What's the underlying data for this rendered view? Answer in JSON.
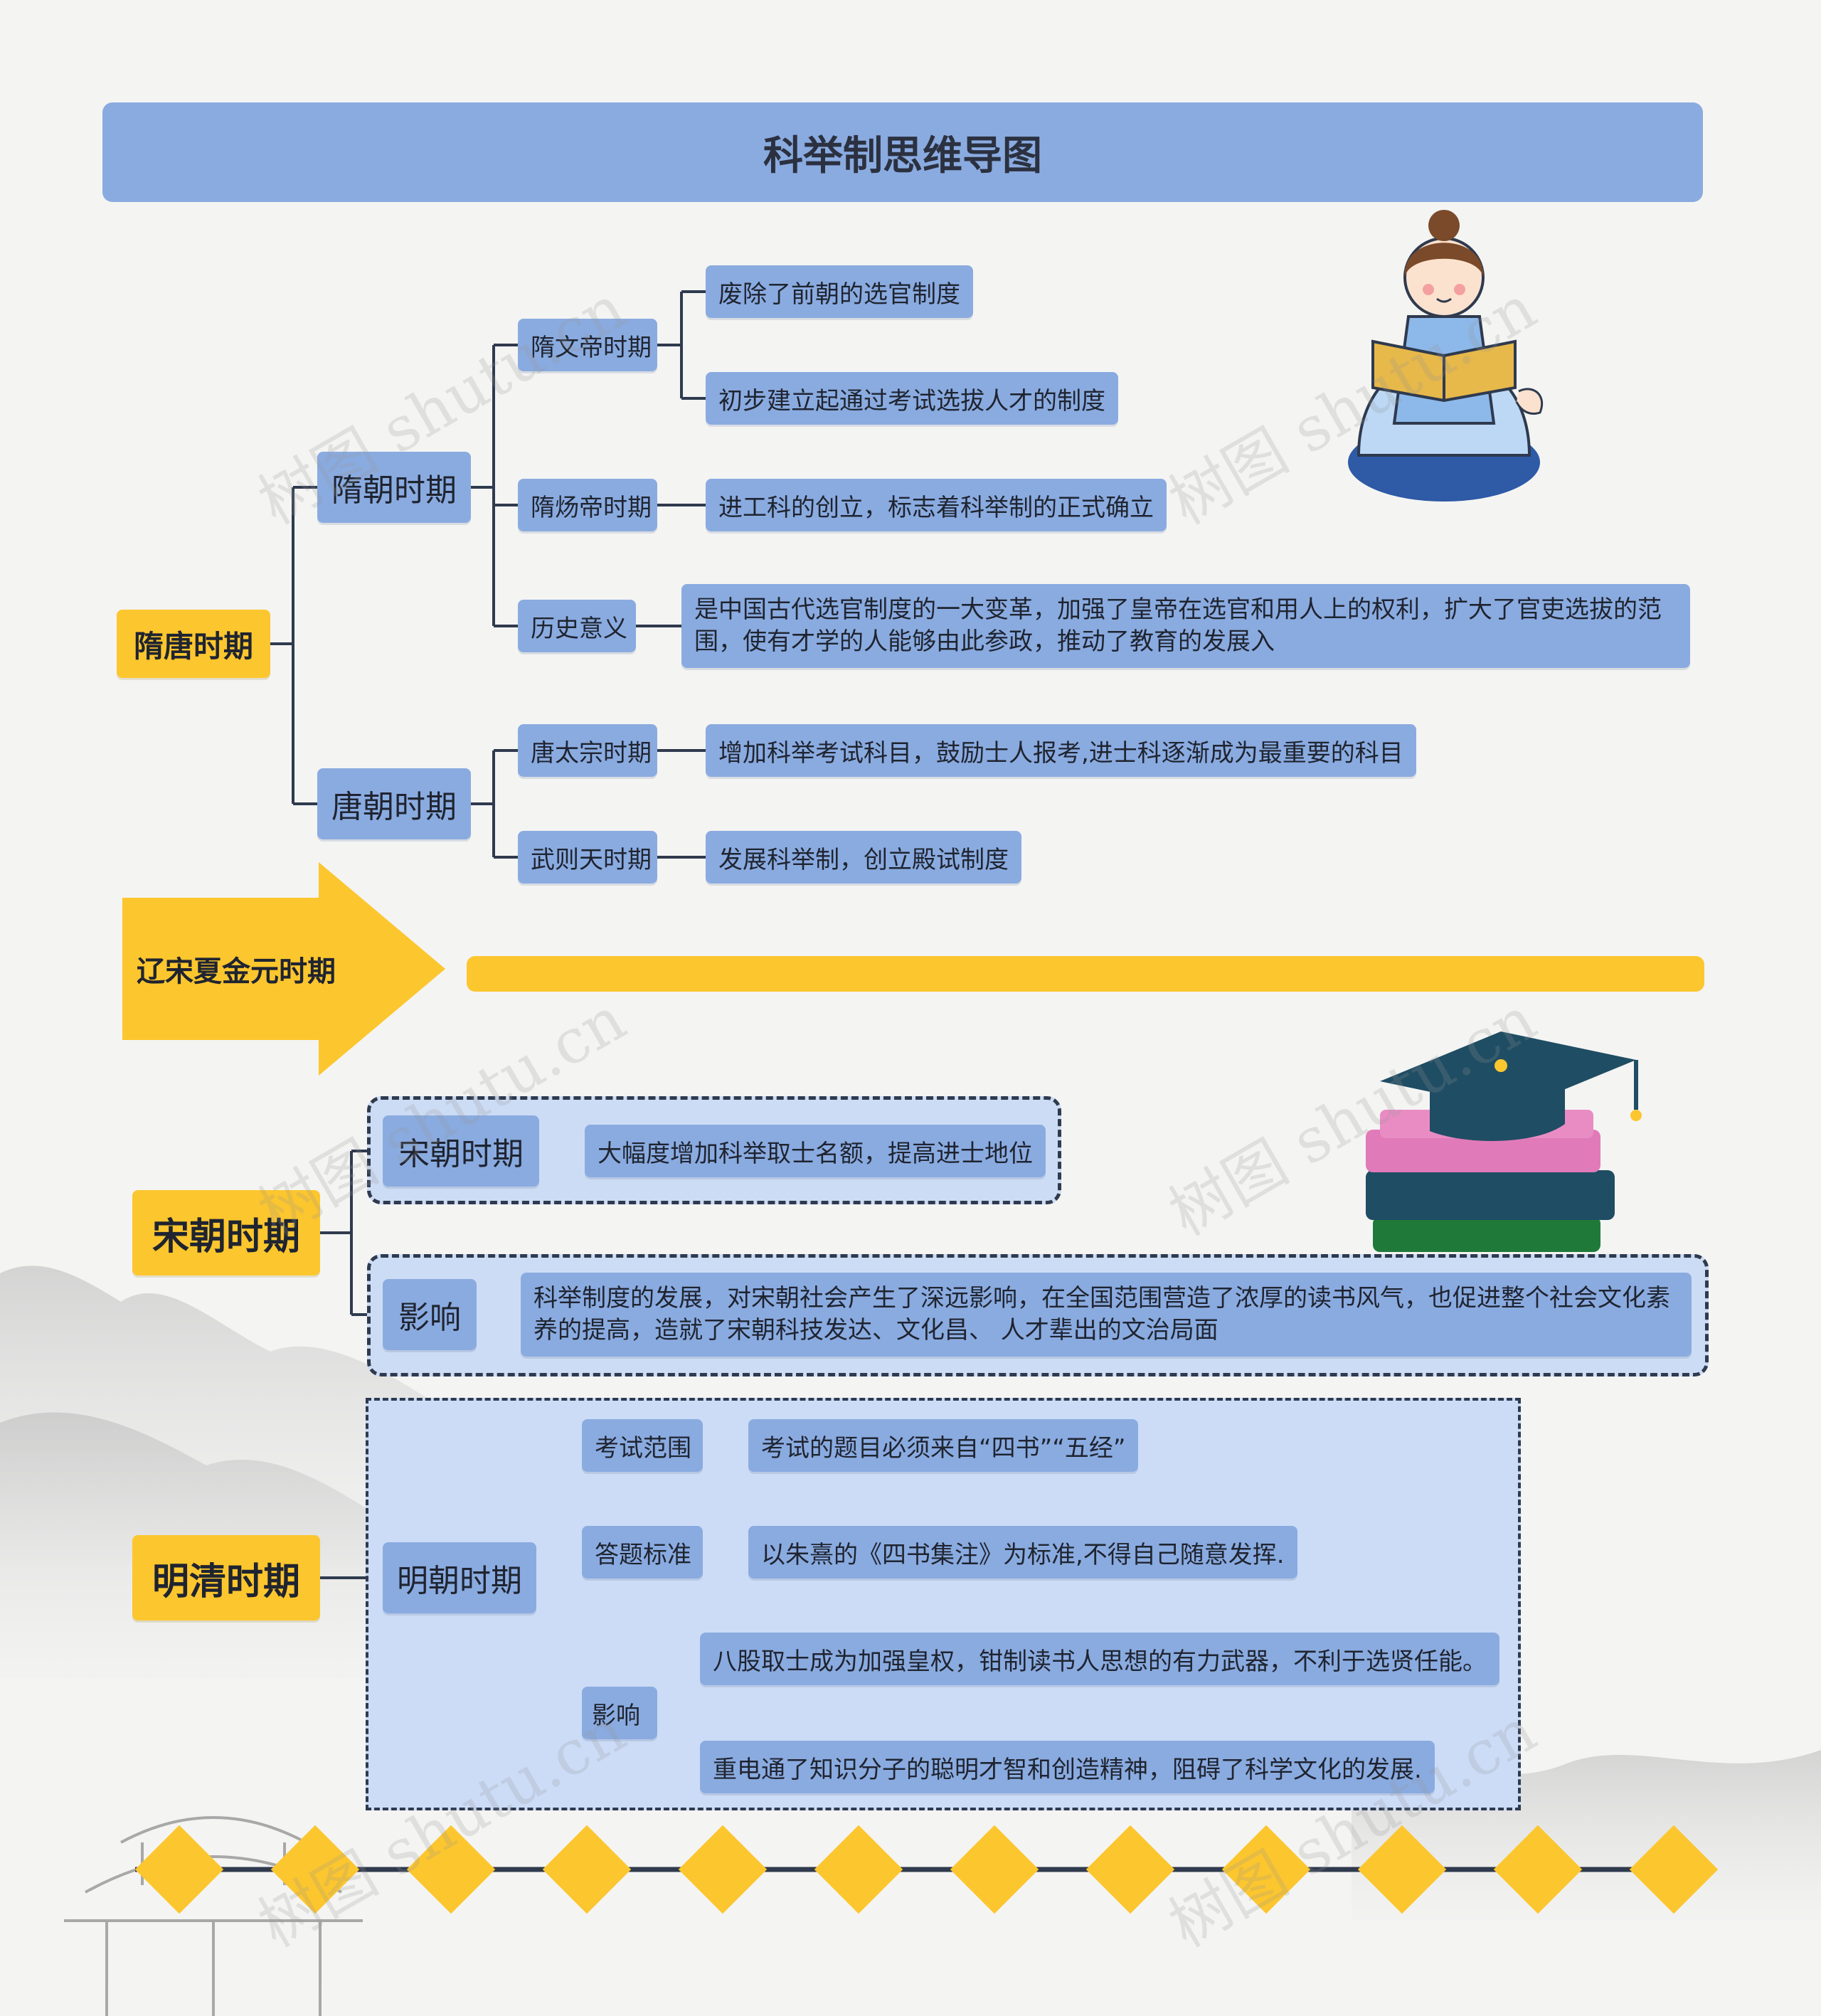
{
  "title": "科举制思维导图",
  "watermark": "树图 shutu.cn",
  "colors": {
    "title_bar": "#8aabe0",
    "node": "#8aabe0",
    "accent_gold": "#fcc62e",
    "line": "#2f3a4e",
    "panel": "#ccdcf6"
  },
  "sui_tang": {
    "label": "隋唐时期",
    "sui": {
      "label": "隋朝时期",
      "wendi": {
        "label": "隋文帝时期",
        "items": [
          "废除了前朝的选官制度",
          "初步建立起通过考试选拔人才的制度"
        ]
      },
      "yangdi": {
        "label": "隋炀帝时期",
        "item": "进工科的创立，标志着科举制的正式确立"
      },
      "significance": {
        "label": "历史意义",
        "item": "是中国古代选官制度的一大变革，加强了皇帝在选官和用人上的权利，扩大了官吏选拔的范围，使有才学的人能够由此参政，推动了教育的发展入"
      }
    },
    "tang": {
      "label": "唐朝时期",
      "taizong": {
        "label": "唐太宗时期",
        "item": "增加科举考试科目，鼓励士人报考,进士科逐渐成为最重要的科目"
      },
      "wuzetian": {
        "label": "武则天时期",
        "item": "发展科举制，创立殿试制度"
      }
    }
  },
  "liao_song": {
    "label": "辽宋夏金元时期"
  },
  "song": {
    "label": "宋朝时期",
    "dynasty": {
      "label": "宋朝时期",
      "item": "大幅度增加科举取士名额，提高进士地位"
    },
    "impact": {
      "label": "影响",
      "item": "科举制度的发展，对宋朝社会产生了深远影响，在全国范围营造了浓厚的读书风气，也促进整个社会文化素养的提高，造就了宋朝科技发达、文化昌、 人才辈出的文治局面"
    }
  },
  "ming_qing": {
    "label": "明清时期",
    "ming": {
      "label": "明朝时期",
      "scope": {
        "label": "考试范围",
        "item": "考试的题目必须来自“四书”“五经”"
      },
      "standard": {
        "label": "答题标准",
        "item": "以朱熹的《四书集注》为标准,不得自己随意发挥."
      },
      "impact": {
        "label": "影响",
        "items": [
          "八股取士成为加强皇权，钳制读书人思想的有力武器，不利于选贤任能。",
          "重电通了知识分子的聪明才智和创造精神，阻碍了科学文化的发展."
        ]
      }
    }
  }
}
